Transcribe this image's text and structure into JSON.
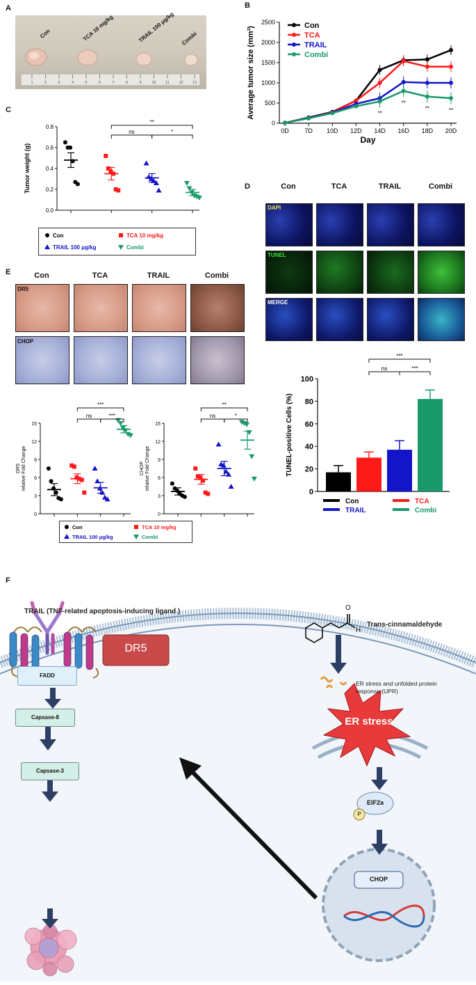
{
  "panels": {
    "a": "A",
    "b": "B",
    "c": "C",
    "d": "D",
    "e": "E",
    "f": "F"
  },
  "panel_a": {
    "labels": [
      "Con",
      "TCA 10 mg/kg",
      "TRAIL 100 μg/kg",
      "Combi"
    ],
    "ruler": [
      "1",
      "2",
      "3",
      "4",
      "5",
      "6",
      "7",
      "8",
      "9",
      "10",
      "11",
      "12",
      "13"
    ]
  },
  "chart_data": [
    {
      "type": "line",
      "xlabel": "Day",
      "ylabel": "Average tumor size (mm³)",
      "categories": [
        "0D",
        "7D",
        "10D",
        "12D",
        "14D",
        "16D",
        "18D",
        "20D"
      ],
      "ylim": [
        0,
        2500
      ],
      "yticks": [
        "0",
        "500",
        "1000",
        "1500",
        "2000",
        "2500"
      ],
      "series": [
        {
          "name": "Con",
          "color": "#000000",
          "values": [
            10,
            140,
            280,
            560,
            1320,
            1560,
            1580,
            1810
          ]
        },
        {
          "name": "TCA",
          "color": "#ff1a1a",
          "values": [
            10,
            130,
            270,
            560,
            1000,
            1540,
            1400,
            1400
          ]
        },
        {
          "name": "TRAIL",
          "color": "#1414c8",
          "values": [
            10,
            130,
            260,
            480,
            620,
            1020,
            1000,
            1000
          ]
        },
        {
          "name": "Combi",
          "color": "#1a9a6a",
          "values": [
            10,
            120,
            250,
            420,
            540,
            800,
            660,
            620
          ]
        }
      ],
      "annotations": [
        "**",
        "**",
        "**",
        "**"
      ]
    },
    {
      "type": "scatter",
      "ylabel": "Tumor weight (g)",
      "ylim": [
        0,
        0.8
      ],
      "yticks": [
        "0.0",
        "0.2",
        "0.4",
        "0.6",
        "0.8"
      ],
      "groups": [
        {
          "name": "Con",
          "color": "#000000",
          "marker": "circle",
          "mean": 0.48,
          "sem": 0.07,
          "points": [
            0.65,
            0.6,
            0.6,
            0.47,
            0.27,
            0.25
          ]
        },
        {
          "name": "TCA 10 mg/kg",
          "color": "#ff1a1a",
          "marker": "square",
          "mean": 0.35,
          "sem": 0.06,
          "points": [
            0.52,
            0.4,
            0.37,
            0.35,
            0.2,
            0.19
          ]
        },
        {
          "name": "TRAIL 100 μg/kg",
          "color": "#1414c8",
          "marker": "triangle",
          "mean": 0.31,
          "sem": 0.04,
          "points": [
            0.45,
            0.32,
            0.3,
            0.28,
            0.26,
            0.19
          ]
        },
        {
          "name": "Combi",
          "color": "#1a9a6a",
          "marker": "triangle-down",
          "mean": 0.17,
          "sem": 0.03,
          "points": [
            0.26,
            0.21,
            0.17,
            0.14,
            0.13,
            0.12
          ]
        }
      ],
      "sig": [
        {
          "text": "**"
        },
        {
          "text": "ns"
        },
        {
          "text": "*"
        }
      ]
    },
    {
      "type": "bar",
      "ylabel": "TUNEL-positive Cells (%)",
      "ylim": [
        0,
        100
      ],
      "yticks": [
        "0",
        "20",
        "40",
        "60",
        "80",
        "100"
      ],
      "categories": [
        "Con",
        "TCA",
        "TRAIL",
        "Combi"
      ],
      "values": [
        17,
        30,
        37,
        82
      ],
      "errors": [
        6,
        5,
        8,
        8
      ],
      "colors": [
        "#000000",
        "#ff1a1a",
        "#1414c8",
        "#1a9a6a"
      ],
      "sig": [
        {
          "text": "***"
        },
        {
          "text": "ns"
        },
        {
          "text": "***"
        }
      ]
    },
    {
      "type": "scatter",
      "ylabel": "DR5 relative Fold Change",
      "ylim": [
        0,
        15
      ],
      "yticks": [
        "0",
        "3",
        "6",
        "9",
        "12",
        "15"
      ],
      "groups": [
        {
          "color": "#000000",
          "marker": "circle",
          "mean": 4.0,
          "sem": 1.0,
          "points": [
            7.5,
            5.4,
            4.2,
            3.5,
            2.6,
            2.4
          ]
        },
        {
          "color": "#ff1a1a",
          "marker": "square",
          "mean": 5.8,
          "sem": 0.8,
          "points": [
            8.0,
            7.8,
            6.0,
            5.8,
            5.6,
            3.5
          ]
        },
        {
          "color": "#1414c8",
          "marker": "triangle",
          "mean": 4.3,
          "sem": 0.9,
          "points": [
            7.5,
            5.4,
            4.2,
            3.5,
            2.7,
            2.4
          ]
        },
        {
          "color": "#1a9a6a",
          "marker": "triangle-down",
          "mean": 14.0,
          "sem": 0.6,
          "points": [
            15.5,
            15.0,
            14.2,
            13.8,
            13.2,
            13.0
          ]
        }
      ],
      "sig": [
        {
          "text": "***"
        },
        {
          "text": "ns"
        },
        {
          "text": "***"
        }
      ]
    },
    {
      "type": "scatter",
      "ylabel": "CHOP relative Fold Change",
      "ylim": [
        0,
        15
      ],
      "yticks": [
        "0",
        "3",
        "6",
        "9",
        "12",
        "15"
      ],
      "groups": [
        {
          "color": "#000000",
          "marker": "circle",
          "mean": 3.7,
          "sem": 0.6,
          "points": [
            5.0,
            4.2,
            3.8,
            3.3,
            3.0,
            2.8
          ]
        },
        {
          "color": "#ff1a1a",
          "marker": "square",
          "mean": 5.7,
          "sem": 0.8,
          "points": [
            7.5,
            6.2,
            6.0,
            5.5,
            3.5,
            3.3
          ]
        },
        {
          "color": "#1414c8",
          "marker": "triangle",
          "mean": 7.5,
          "sem": 1.2,
          "points": [
            11.5,
            8.2,
            8.0,
            7.0,
            6.5,
            4.5
          ]
        },
        {
          "color": "#1a9a6a",
          "marker": "triangle-down",
          "mean": 12.2,
          "sem": 1.5,
          "points": [
            15.2,
            15.0,
            14.8,
            13.5,
            9.5,
            5.8
          ]
        }
      ],
      "sig": [
        {
          "text": "**"
        },
        {
          "text": "ns"
        },
        {
          "text": "*"
        }
      ]
    }
  ],
  "legend_c": [
    {
      "label": "Con",
      "color": "#000000",
      "marker": "circle"
    },
    {
      "label": "TCA 10 mg/kg",
      "color": "#ff1a1a",
      "marker": "square"
    },
    {
      "label": "TRAIL 100 μg/kg",
      "color": "#1414c8",
      "marker": "triangle"
    },
    {
      "label": "Combi",
      "color": "#1a9a6a",
      "marker": "triangle-down"
    }
  ],
  "legend_tunel": [
    {
      "label": "Con",
      "color": "#000000"
    },
    {
      "label": "TCA",
      "color": "#ff1a1a"
    },
    {
      "label": "TRAIL",
      "color": "#1414c8"
    },
    {
      "label": "Combi",
      "color": "#1a9a6a"
    }
  ],
  "panel_d": {
    "cols": [
      "Con",
      "TCA",
      "TRAIL",
      "Combi"
    ],
    "rows": [
      "DAPI",
      "TUNEL",
      "MERGE"
    ],
    "row_colors": [
      "#f2e14a",
      "#36e236",
      "#ffffff"
    ]
  },
  "panel_e": {
    "cols": [
      "Con",
      "TCA",
      "TRAIL",
      "Combi"
    ],
    "rows": [
      "DR5",
      "CHOP"
    ]
  },
  "diagram": {
    "trail_label": "TRAIL (TNF-related apoptosis-inducing ligand )",
    "tca_label": "Trans-cinnamaldehyde",
    "aldehyde": "O",
    "aldehyde_h": "H",
    "dr5": "DR5",
    "fadd": "FADD",
    "casp8": "Capsase-8",
    "casp3": "Capsase-3",
    "er_text": "ER stress and unfolded protein response (UPR)",
    "er_stress": "ER stress",
    "eif": "EIF2a",
    "p": "P",
    "chop": "CHOP"
  }
}
